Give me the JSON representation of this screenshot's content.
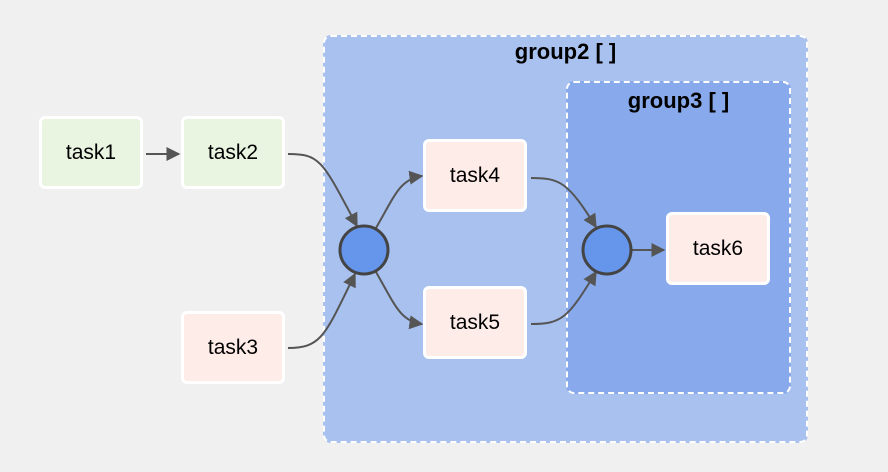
{
  "groups": {
    "group2": {
      "label": "group2 [ ]"
    },
    "group3": {
      "label": "group3 [ ]"
    }
  },
  "tasks": {
    "task1": {
      "label": "task1",
      "color": "#e9f5e1"
    },
    "task2": {
      "label": "task2",
      "color": "#e9f5e1"
    },
    "task3": {
      "label": "task3",
      "color": "#feece8"
    },
    "task4": {
      "label": "task4",
      "color": "#feece8"
    },
    "task5": {
      "label": "task5",
      "color": "#feece8"
    },
    "task6": {
      "label": "task6",
      "color": "#feece8"
    }
  },
  "colors": {
    "background": "#f0f0f0",
    "group2_fill": "#a9c1ef",
    "group3_fill": "#88aaec",
    "join_node_fill": "#6596ec",
    "edge": "#555555"
  },
  "edges": [
    [
      "task1",
      "task2"
    ],
    [
      "task2",
      "join1"
    ],
    [
      "task3",
      "join1"
    ],
    [
      "join1",
      "task4"
    ],
    [
      "join1",
      "task5"
    ],
    [
      "task4",
      "join2"
    ],
    [
      "task5",
      "join2"
    ],
    [
      "join2",
      "task6"
    ]
  ]
}
